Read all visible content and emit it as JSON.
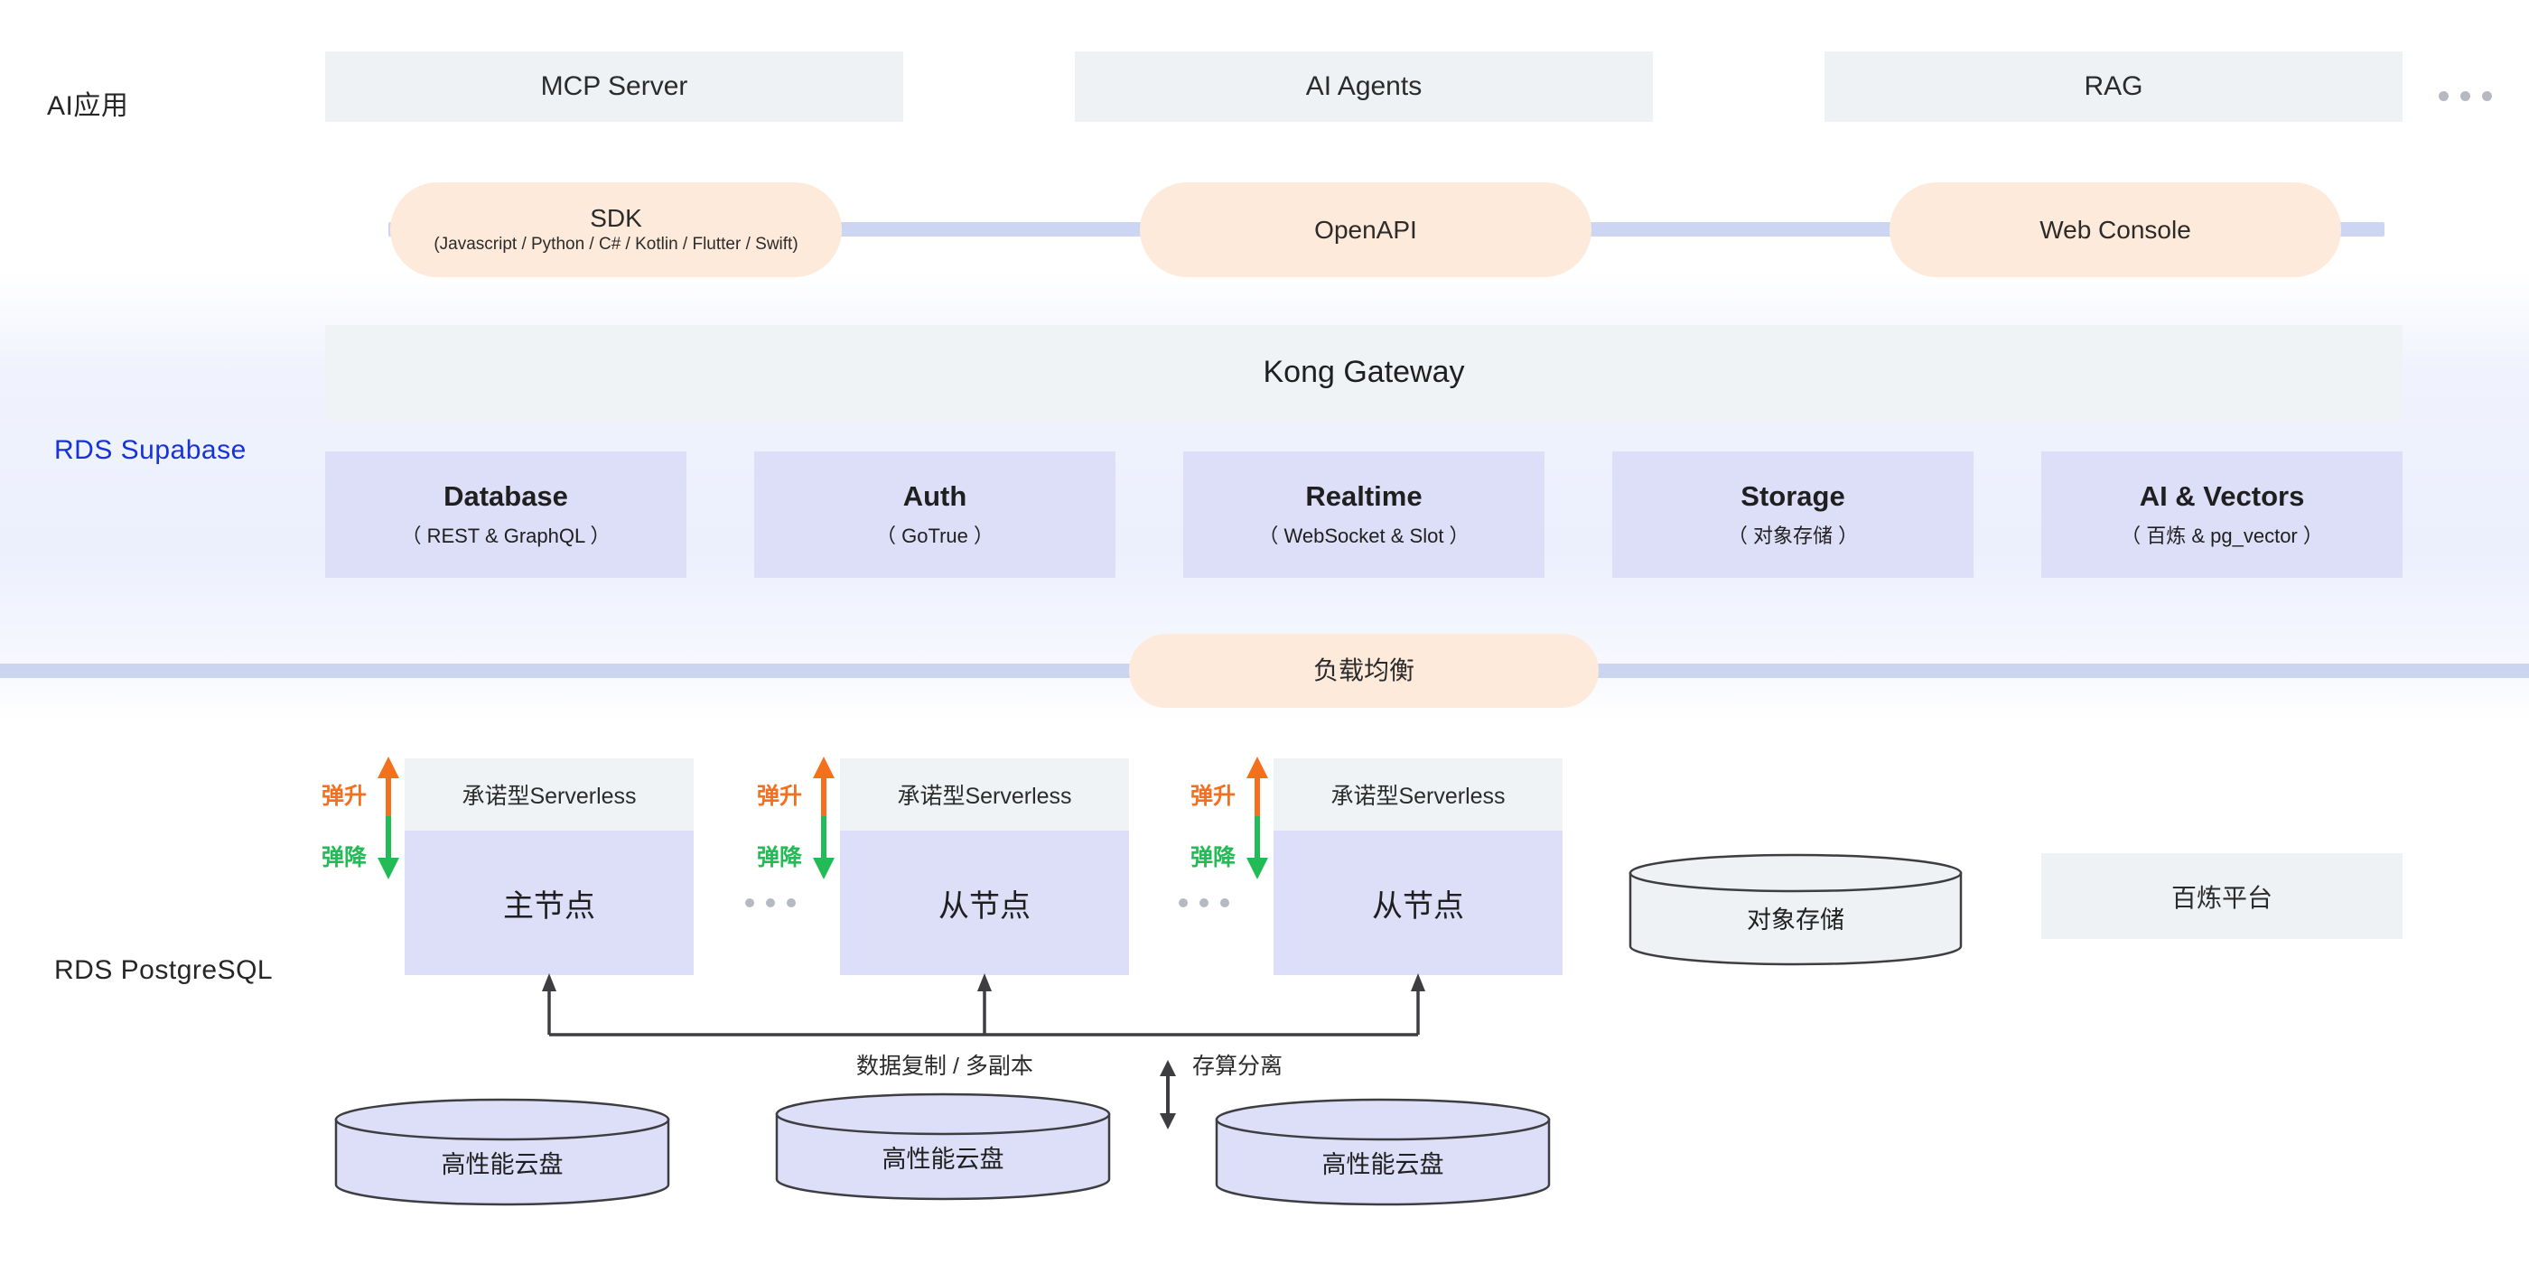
{
  "rows": {
    "ai_apps_label": "AI应用",
    "supabase_label": "RDS Supabase",
    "postgres_label": "RDS PostgreSQL"
  },
  "colors": {
    "accent_blue": "#1833d4",
    "app_box_bg": "#eef2f5",
    "pill_bg": "#fdeadb",
    "service_bg": "#dcdff7",
    "connector_bar": "#ccd6f2",
    "scale_up": "#f4701f",
    "scale_down": "#22bb55",
    "disk_fill": "#dcdff7",
    "object_storage_fill": "#eef2f5"
  },
  "ai_apps": [
    {
      "label": "MCP Server",
      "name": "mcp-server"
    },
    {
      "label": "AI Agents",
      "name": "ai-agents"
    },
    {
      "label": "RAG",
      "name": "rag"
    }
  ],
  "ai_apps_more_icon": "ellipsis-icon",
  "access_pills": [
    {
      "main": "SDK",
      "sub": "(Javascript / Python / C# / Kotlin / Flutter / Swift)",
      "name": "sdk"
    },
    {
      "main": "OpenAPI",
      "sub": "",
      "name": "openapi"
    },
    {
      "main": "Web Console",
      "sub": "",
      "name": "web-console"
    }
  ],
  "gateway": {
    "label": "Kong Gateway"
  },
  "services": [
    {
      "title": "Database",
      "sub": "（ REST & GraphQL ）",
      "name": "database"
    },
    {
      "title": "Auth",
      "sub": "（ GoTrue ）",
      "name": "auth"
    },
    {
      "title": "Realtime",
      "sub": "（ WebSocket & Slot ）",
      "name": "realtime"
    },
    {
      "title": "Storage",
      "sub": "（ 对象存储 ）",
      "name": "storage"
    },
    {
      "title": "AI & Vectors",
      "sub": "（ 百炼 & pg_vector ）",
      "name": "ai-vectors"
    }
  ],
  "load_balancer": {
    "label": "负载均衡"
  },
  "nodes": [
    {
      "head": "承诺型Serverless",
      "body": "主节点",
      "name": "primary-node"
    },
    {
      "head": "承诺型Serverless",
      "body": "从节点",
      "name": "replica-node-1"
    },
    {
      "head": "承诺型Serverless",
      "body": "从节点",
      "name": "replica-node-2"
    }
  ],
  "scaling": {
    "up": "弹升",
    "down": "弹降"
  },
  "object_storage": {
    "label": "对象存储"
  },
  "bailian": {
    "label": "百炼平台"
  },
  "disks": [
    {
      "label": "高性能云盘",
      "name": "cloud-disk-1"
    },
    {
      "label": "高性能云盘",
      "name": "cloud-disk-2"
    },
    {
      "label": "高性能云盘",
      "name": "cloud-disk-3"
    }
  ],
  "connectors": {
    "replication": "数据复制 / 多副本",
    "storage_separation": "存算分离"
  }
}
